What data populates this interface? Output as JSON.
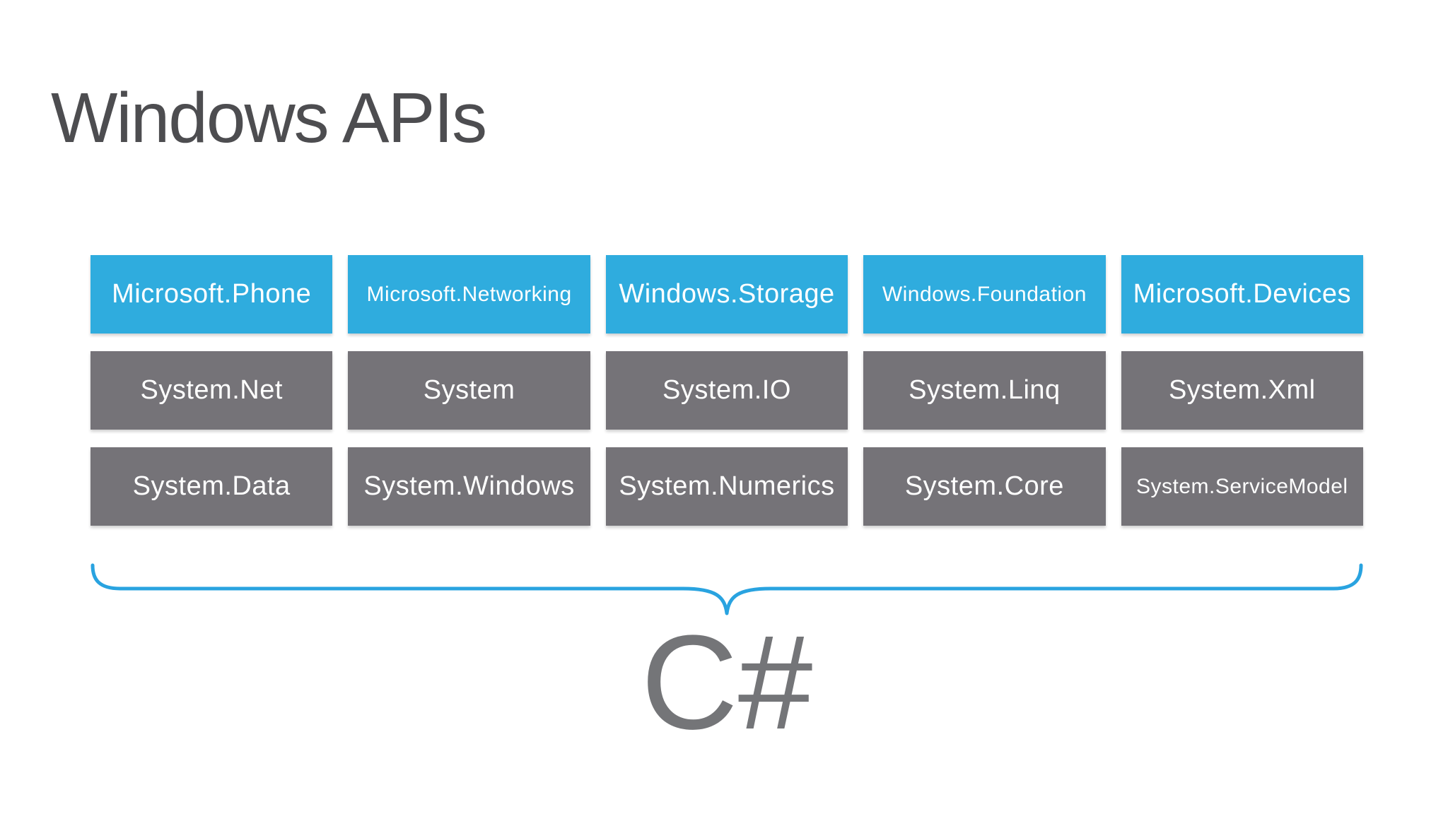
{
  "slide": {
    "title": "Windows APIs",
    "brace_label": "C#"
  },
  "colors": {
    "accent_blue": "#2facde",
    "box_gray": "#757378",
    "title_gray": "#4d4d50",
    "csharp_gray": "#747578",
    "brace_blue": "#29a3e0",
    "box_text": "#ffffff",
    "background": "#ffffff"
  },
  "api_grid": {
    "rows": [
      {
        "style": "blue",
        "cells": [
          "Microsoft.Phone",
          "Microsoft.Networking",
          "Windows.Storage",
          "Windows.Foundation",
          "Microsoft.Devices"
        ]
      },
      {
        "style": "gray",
        "cells": [
          "System.Net",
          "System",
          "System.IO",
          "System.Linq",
          "System.Xml"
        ]
      },
      {
        "style": "gray",
        "cells": [
          "System.Data",
          "System.Windows",
          "System.Numerics",
          "System.Core",
          "System.ServiceModel"
        ]
      }
    ]
  }
}
